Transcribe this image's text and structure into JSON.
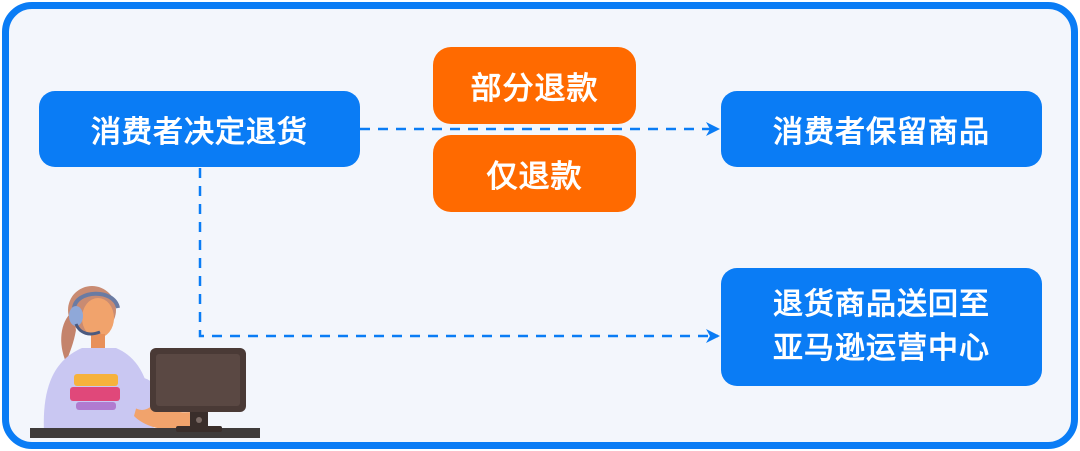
{
  "nodes": {
    "decision": "消费者决定退货",
    "partial_refund": "部分退款",
    "refund_only": "仅退款",
    "keep_goods": "消费者保留商品",
    "return_goods_line1": "退货商品送回至",
    "return_goods_line2": "亚马逊运营中心"
  },
  "colors": {
    "frame": "#0a7cf5",
    "background": "#f3f6fc",
    "node_blue": "#0a7cf5",
    "node_orange": "#ff6a00",
    "connector": "#0a7cf5"
  },
  "icons": [
    "customer-service-agent-illustration",
    "computer-monitor-icon"
  ]
}
